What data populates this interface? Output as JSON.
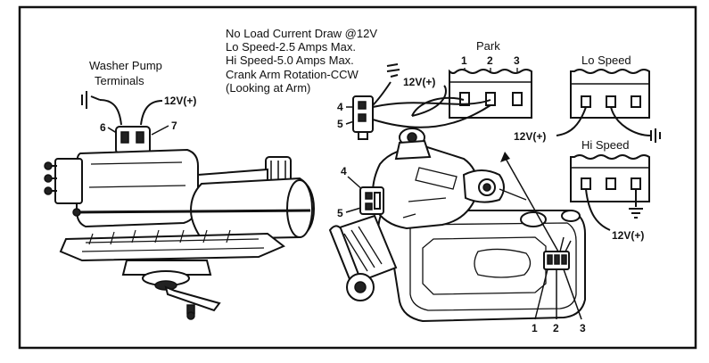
{
  "spec_notes": [
    "No Load Current Draw @12V",
    "Lo Speed-2.5 Amps Max.",
    "Hi Speed-5.0 Amps Max.",
    "Crank Arm Rotation-CCW",
    "(Looking at Arm)"
  ],
  "washer_pump": {
    "title_line1": "Washer Pump",
    "title_line2": "Terminals",
    "terminal_6": "6",
    "terminal_7": "7",
    "voltage": "12V(+)"
  },
  "park": {
    "label": "Park",
    "voltage": "12V(+)",
    "terminals": [
      "1",
      "2",
      "3"
    ]
  },
  "lo_speed": {
    "label": "Lo Speed",
    "voltage": "12V(+)"
  },
  "hi_speed": {
    "label": "Hi Speed",
    "voltage": "12V(+)"
  },
  "motor_connector": {
    "terminal_4": "4",
    "terminal_5": "5"
  },
  "motor_body": {
    "terminal_4": "4",
    "terminal_5": "5"
  },
  "bottom_connector": {
    "terminals": [
      "1",
      "2",
      "3"
    ]
  }
}
